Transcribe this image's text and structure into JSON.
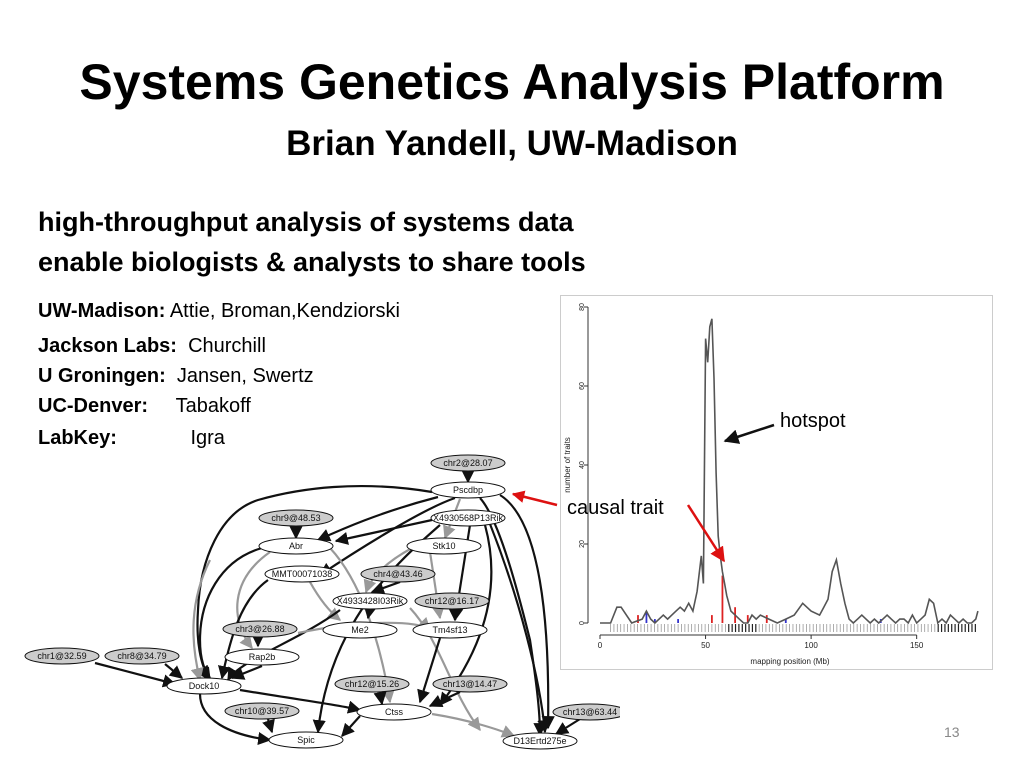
{
  "slide": {
    "title": "Systems Genetics Analysis Platform",
    "subtitle": "Brian Yandell, UW-Madison",
    "bullets": [
      "high-throughput analysis of systems data",
      "enable biologists & analysts to share tools"
    ],
    "collaborators": [
      {
        "org": "UW-Madison:",
        "names": "Attie, Broman,Kendziorski"
      },
      {
        "org": "Jackson Labs:",
        "names": "Churchill"
      },
      {
        "org": "U Groningen:",
        "names": "Jansen, Swertz"
      },
      {
        "org": "UC-Denver:",
        "names": "Tabakoff"
      },
      {
        "org": "LabKey:",
        "names": "Igra"
      }
    ],
    "page_number": "13"
  },
  "network": {
    "nodes": {
      "chr2_28": "chr2@28.07",
      "pscdbp": "Pscdbp",
      "chr9": "chr9@48.53",
      "x4930": "X4930568P13Rik",
      "abr": "Abr",
      "stk10": "Stk10",
      "mmt": "MMT00071038",
      "chr4": "chr4@43.46",
      "x4933": "X4933428I03Rik",
      "chr12_16": "chr12@16.17",
      "chr3": "chr3@26.88",
      "me2": "Me2",
      "tm4sf13": "Tm4sf13",
      "rap2b": "Rap2b",
      "chr1": "chr1@32.59",
      "chr8": "chr8@34.79",
      "dock10": "Dock10",
      "chr12_15": "chr12@15.26",
      "chr13_14": "chr13@14.47",
      "ctss": "Ctss",
      "chr10": "chr10@39.57",
      "chr13_63": "chr13@63.44",
      "spic": "Spic",
      "d13": "D13Ertd275e"
    }
  },
  "annotations": {
    "hotspot": "hotspot",
    "causal_trait": "causal trait"
  },
  "chart_data": {
    "type": "line",
    "title": "",
    "xlabel": "mapping position (Mb)",
    "ylabel": "number of traits",
    "xlim": [
      0,
      180
    ],
    "ylim": [
      0,
      80
    ],
    "xticks": [
      "0",
      "50",
      "100",
      "150"
    ],
    "yticks": [
      "0",
      "20",
      "40",
      "60",
      "80"
    ],
    "grid": false,
    "series": [
      {
        "x": [
          0,
          5,
          8,
          10,
          15,
          20,
          22,
          24,
          26,
          28,
          30,
          32,
          34,
          36,
          38,
          40,
          42,
          44,
          46,
          48,
          49,
          50,
          51,
          52,
          53,
          54,
          55,
          56,
          57,
          58,
          59,
          60,
          62,
          64,
          66,
          68,
          70,
          72,
          74,
          76,
          80,
          84,
          88,
          92,
          96,
          100,
          104,
          106,
          108,
          110,
          112,
          114,
          116,
          118,
          120,
          122,
          124,
          126,
          128,
          130,
          132,
          134,
          136,
          138,
          140,
          142,
          144,
          146,
          148,
          150,
          152,
          154,
          156,
          158,
          160,
          162,
          164,
          166,
          168,
          170,
          172,
          174,
          176,
          178,
          179
        ],
        "y": [
          0,
          0,
          4,
          4,
          0,
          1,
          3,
          1,
          0,
          1,
          2,
          1,
          2,
          3,
          4,
          3,
          5,
          3,
          8,
          17,
          10,
          72,
          66,
          75,
          77,
          62,
          38,
          22,
          17,
          13,
          10,
          7,
          3,
          2,
          1,
          0,
          0,
          2,
          1,
          2,
          1,
          0,
          1,
          2,
          5,
          3,
          2,
          4,
          6,
          13,
          16,
          10,
          5,
          1,
          0,
          1,
          2,
          1,
          0,
          1,
          0,
          1,
          2,
          1,
          0,
          1,
          1,
          0,
          2,
          0,
          1,
          2,
          6,
          5,
          0,
          1,
          0,
          2,
          1,
          0,
          1,
          0,
          0,
          1,
          3
        ]
      }
    ],
    "causal_bars": [
      {
        "x": 18,
        "y": 2,
        "color": "#dd2222"
      },
      {
        "x": 22,
        "y": 3,
        "color": "#3333cc"
      },
      {
        "x": 26,
        "y": 1,
        "color": "#3333cc"
      },
      {
        "x": 37,
        "y": 1,
        "color": "#3333cc"
      },
      {
        "x": 53,
        "y": 2,
        "color": "#dd2222"
      },
      {
        "x": 58,
        "y": 12,
        "color": "#dd2222"
      },
      {
        "x": 64,
        "y": 4,
        "color": "#dd2222"
      },
      {
        "x": 70,
        "y": 2,
        "color": "#dd2222"
      },
      {
        "x": 79,
        "y": 2,
        "color": "#dd2222"
      },
      {
        "x": 88,
        "y": 1,
        "color": "#3333cc"
      },
      {
        "x": 133,
        "y": 1,
        "color": "#3333cc"
      }
    ]
  }
}
